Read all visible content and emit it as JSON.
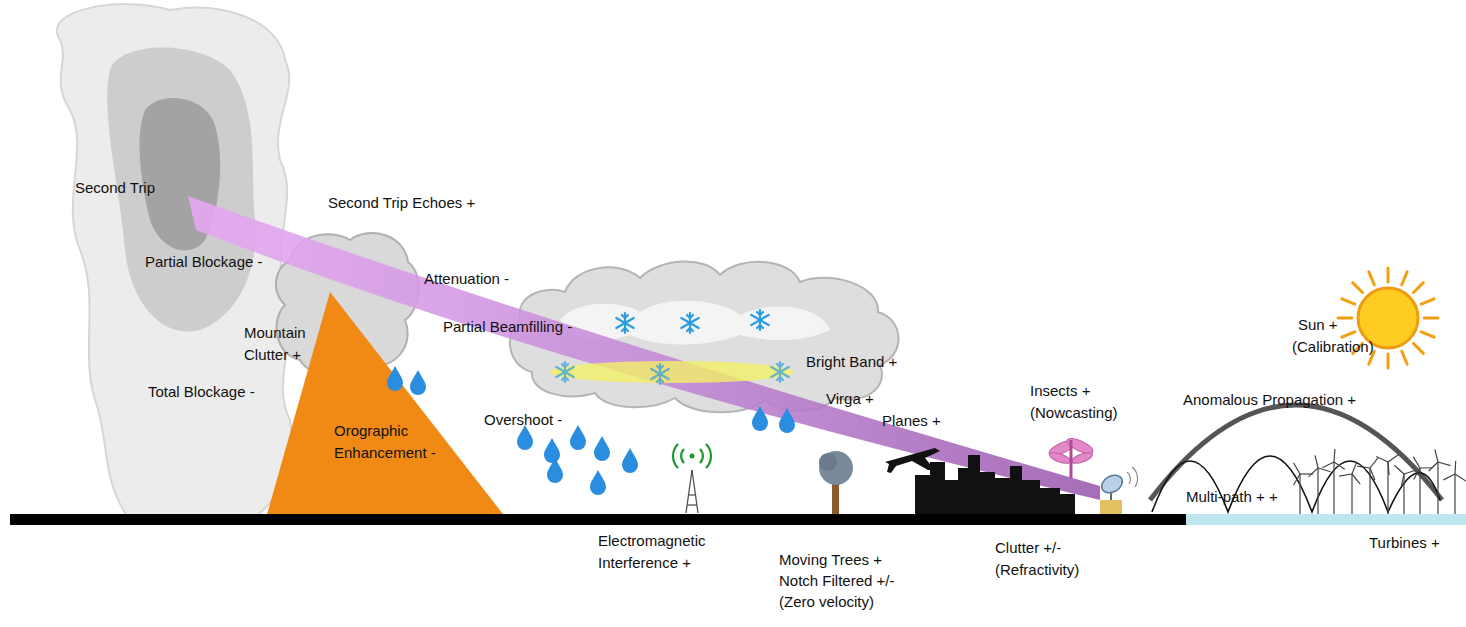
{
  "diagram": {
    "labels": [
      "Second Trip",
      "Second Trip Echoes +",
      "Partial Blockage -",
      "Attenuation -",
      "Mountain Clutter +",
      "Partial Beamfilling -",
      "Bright Band +",
      "Total Blockage -",
      "Orographic Enhancement -",
      "Overshoot -",
      "Virga +",
      "Planes +",
      "Insects +",
      "(Nowcasting)",
      "Sun +",
      "(Calibration)",
      "Anomalous Propagation +",
      "Multi-path + +",
      "Turbines +",
      "Electromagnetic Interference +",
      "Moving Trees +",
      "Notch Filtered +/-",
      "(Zero velocity)",
      "Clutter +/-",
      "(Refractivity)"
    ]
  }
}
